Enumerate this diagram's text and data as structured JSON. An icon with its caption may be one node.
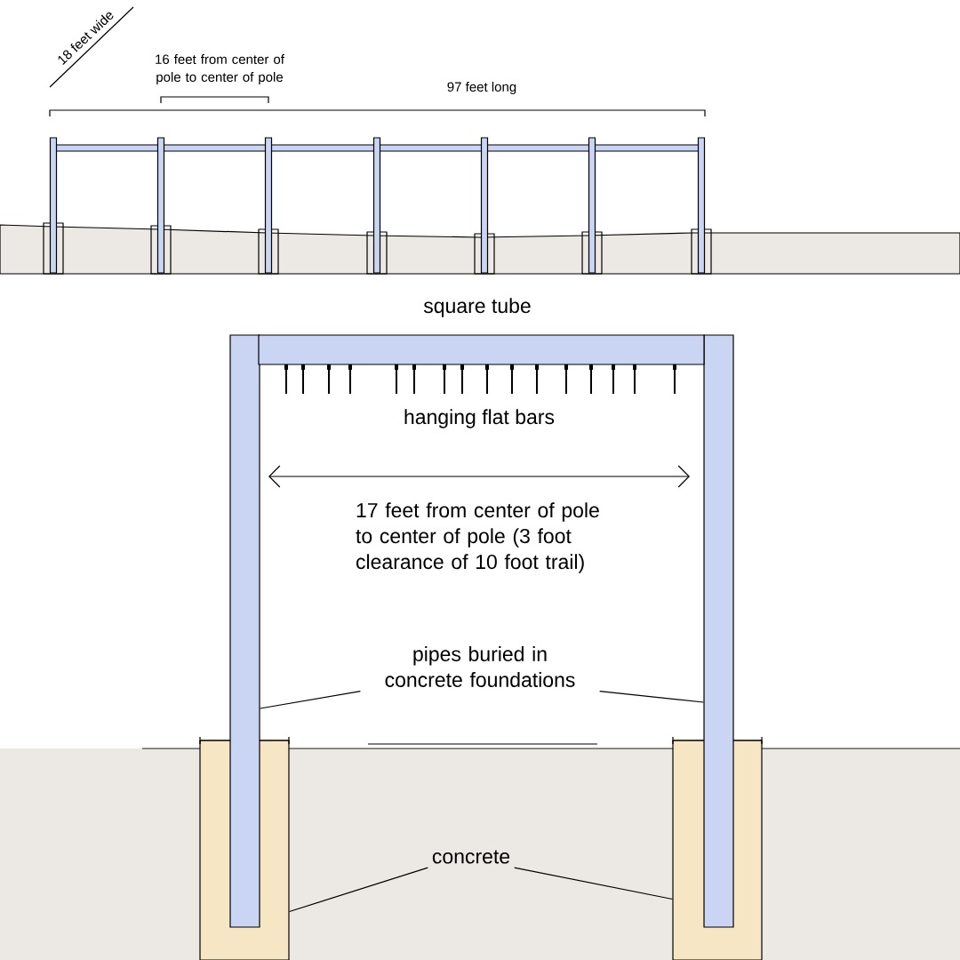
{
  "diagram": {
    "nodes": [
      {
        "text": [
          "pipes buried in concrete foundations"
        ]
      },
      {
        "text": [],
        "shape": "bar"
      },
      {
        "text": [],
        "shape": "bar"
      },
      {
        "text": [
          "concrete"
        ]
      },
      {
        "text": [],
        "shape": "box"
      },
      {
        "text": [],
        "shape": "box"
      }
    ],
    "edges": [
      {
        "from": 0,
        "to": 1,
        "arrow": "none"
      },
      {
        "from": 0,
        "to": 2,
        "arrow": "none"
      },
      {
        "from": 3,
        "to": 4,
        "arrow": "none"
      },
      {
        "from": 3,
        "to": 5,
        "arrow": "none"
      }
    ],
    "labels": [
      "18 feet wide",
      "16 feet from center of pole to center of pole",
      "97 feet long",
      "square tube",
      "hanging flat bars",
      "17 feet from center of pole to center of pole (3 foot clearance of 10 foot trail)"
    ]
  }
}
